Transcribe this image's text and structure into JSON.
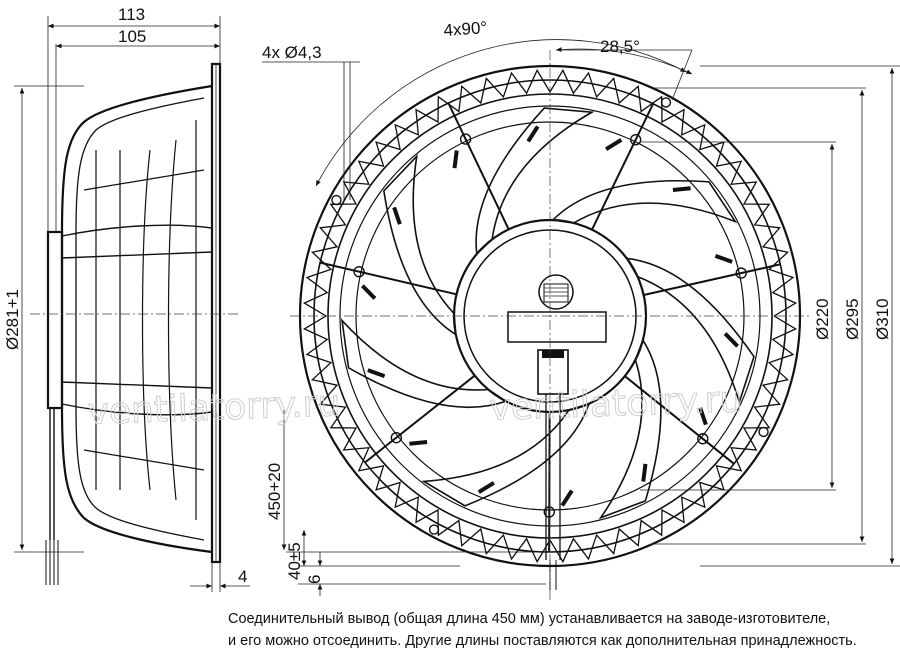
{
  "dimensions": {
    "depth_total": "113",
    "depth_body": "105",
    "mount_holes": "4x Ø4,3",
    "hole_pitch_angle": "4x90°",
    "hole_offset_angle": "28,5°",
    "side_diameter": "Ø281+1",
    "flange_thickness": "4",
    "cable_length": "450+20",
    "cable_exit": "40±5",
    "cable_offset": "6",
    "diameter_inner": "Ø220",
    "diameter_mid": "Ø295",
    "diameter_outer": "Ø310"
  },
  "watermark": "ventilatorry.ru",
  "caption": {
    "line1": "Соединительный вывод (общая длина 450 мм) устанавливается на заводе-изготовителе,",
    "line2": "и его можно отсоединить. Другие длины поставляются как дополнительная принадлежность."
  }
}
